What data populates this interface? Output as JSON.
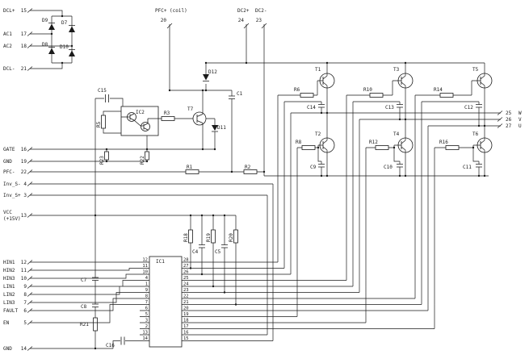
{
  "left": [
    {
      "t": "DCL+",
      "n": "15"
    },
    {
      "t": "AC1",
      "n": "17"
    },
    {
      "t": "AC2",
      "n": "18"
    },
    {
      "t": "DCL-",
      "n": "21"
    },
    {
      "t": "GATE",
      "n": "16"
    },
    {
      "t": "GND",
      "n": "19"
    },
    {
      "t": "PFC-",
      "n": "22"
    },
    {
      "t": "Inv_S-",
      "n": "4"
    },
    {
      "t": "Inv_S+",
      "n": "3"
    },
    {
      "t": "VCC",
      "t2": "(+15V)",
      "n": "13"
    },
    {
      "t": "HIN1",
      "n": "12"
    },
    {
      "t": "HIN2",
      "n": "11"
    },
    {
      "t": "HIN3",
      "n": "10"
    },
    {
      "t": "LIN1",
      "n": "9"
    },
    {
      "t": "LIN2",
      "n": "8"
    },
    {
      "t": "LIN3",
      "n": "7"
    },
    {
      "t": "FAULT",
      "n": "6"
    },
    {
      "t": "EN",
      "n": "5"
    },
    {
      "t": "GND",
      "n": "14"
    }
  ],
  "top": [
    {
      "t": "PFC+ (coil)",
      "n": "20"
    },
    {
      "t": "DC2+",
      "n": "24"
    },
    {
      "t": "DC2-",
      "n": "23"
    }
  ],
  "right": [
    {
      "n": "25",
      "t": "W"
    },
    {
      "n": "26",
      "t": "V"
    },
    {
      "n": "27",
      "t": "U"
    }
  ],
  "parts": {
    "d9": "D9",
    "d7": "D7",
    "d8": "D8",
    "d10": "D10",
    "c15": "C15",
    "ic2": "IC2",
    "r5": "R5",
    "r3": "R3",
    "t7": "T7",
    "d11": "D11",
    "d12": "D12",
    "c1": "C1",
    "r23": "R23",
    "r22": "R22",
    "r1": "R1",
    "r2": "R2",
    "r18": "R18",
    "r19": "R19",
    "r20": "R20",
    "c4": "C4",
    "c5": "C5",
    "c7": "C7",
    "c8": "C8",
    "r21": "R21",
    "c16": "C16",
    "ic1": "IC1",
    "t1": "T1",
    "t2": "T2",
    "t3": "T3",
    "t4": "T4",
    "t5": "T5",
    "t6": "T6",
    "r6": "R6",
    "r8": "R8",
    "r10": "R10",
    "r12": "R12",
    "r14": "R14",
    "r16": "R16",
    "c9": "C9",
    "c10": "C10",
    "c11": "C11",
    "c12": "C12",
    "c13": "C13",
    "c14": "C14"
  },
  "ic1": {
    "lp": [
      "12",
      "11",
      "10",
      "4",
      "1",
      "9",
      "8",
      "7",
      "6",
      "5",
      "3",
      "2",
      "13",
      "14"
    ],
    "rp": [
      "28",
      "27",
      "26",
      "25",
      "24",
      "23",
      "22",
      "21",
      "20",
      "19",
      "18",
      "17",
      "16",
      "15"
    ]
  }
}
